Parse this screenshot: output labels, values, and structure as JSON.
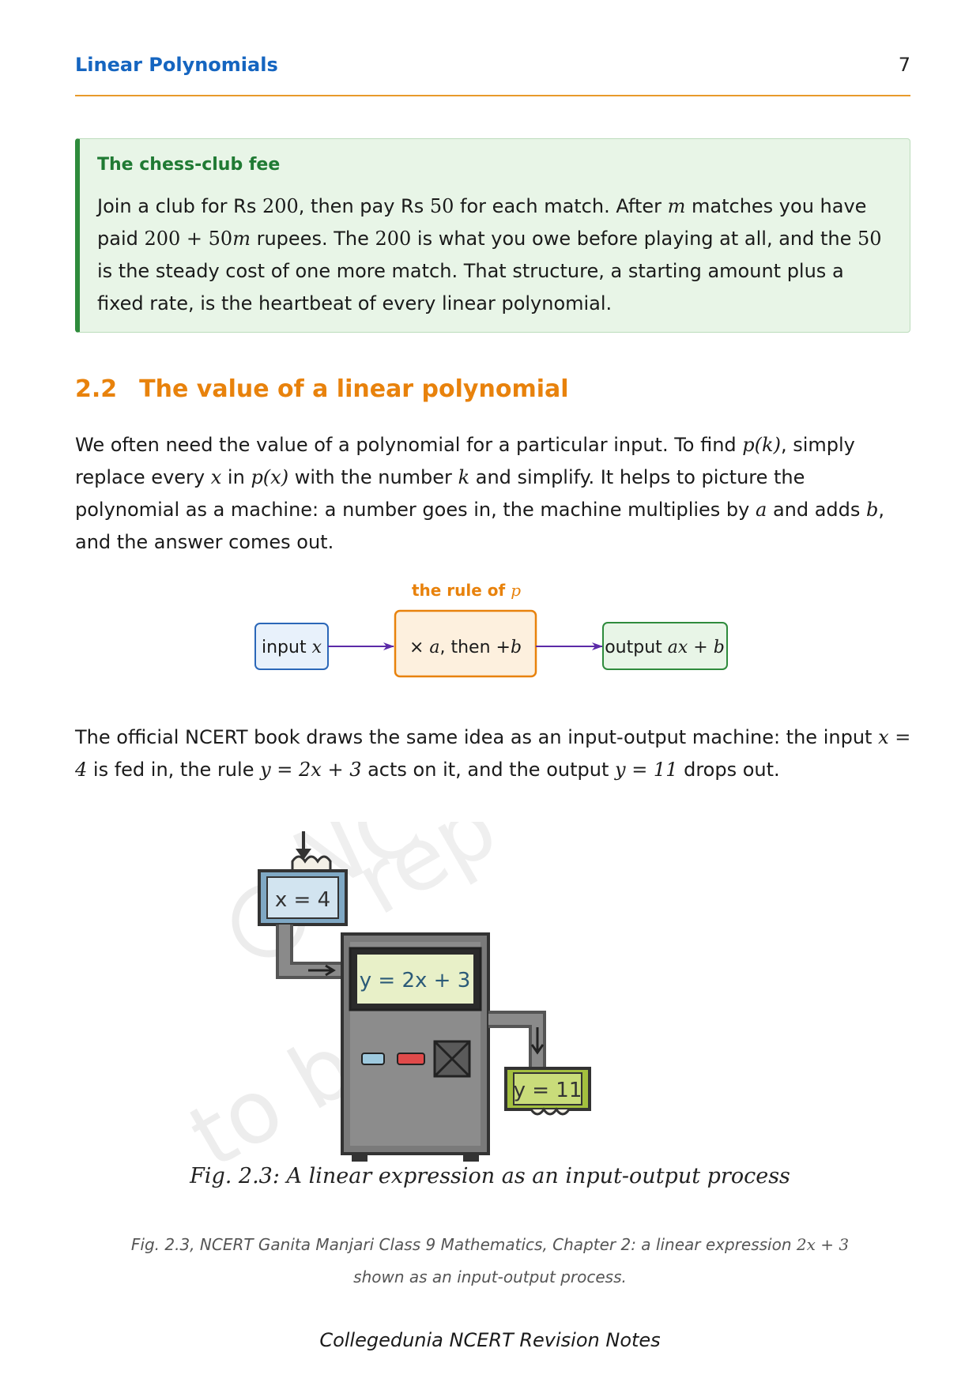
{
  "header": {
    "title": "Linear Polynomials",
    "page_number": "7"
  },
  "callout": {
    "title": "The chess-club fee",
    "p1": "Join a club for Rs ",
    "n1": "200",
    "p2": ", then pay Rs ",
    "n2": "50",
    "p3": " for each match. After ",
    "v1": "m",
    "p4": " matches you have paid ",
    "expr": "200 + 50",
    "v2": "m",
    "p5": " rupees. The ",
    "n3": "200",
    "p6": " is what you owe before playing at all, and the ",
    "n4": "50",
    "p7": " is the steady cost of one more match. That structure, a starting amount plus a fixed rate, is the heartbeat of every linear polynomial."
  },
  "section": {
    "number": "2.2",
    "title": "The value of a linear polynomial"
  },
  "para1": {
    "a": "We often need the value of a polynomial for a particular input. To find ",
    "pk": "p(k)",
    "b": ", simply replace every ",
    "x": "x",
    "c": " in ",
    "px": "p(x)",
    "d": " with the number ",
    "k": "k",
    "e": " and simplify. It helps to picture the polynomial as a machine: a number goes in, the machine multiplies by ",
    "va": "a",
    "f": " and adds ",
    "vb": "b",
    "g": ", and the answer comes out."
  },
  "diagram": {
    "rule_label": "the rule of ",
    "rule_var": "p",
    "input_text": "input ",
    "input_var": "x",
    "op_times": "× ",
    "op_a": "a",
    "op_then": ", then +",
    "op_b": "b",
    "output_text": "output ",
    "output_expr": "ax + b"
  },
  "para2": {
    "a": "The official NCERT book draws the same idea as an input-output machine: the input ",
    "x4": "x = 4",
    "b": " is fed in, the rule ",
    "rule": "y = 2x + 3",
    "c": " acts on it, and the output ",
    "y11": "y = 11",
    "d": " drops out."
  },
  "figure": {
    "input_display": "x = 4",
    "rule_display": "y = 2x + 3",
    "output_display": "y = 11",
    "inline_caption": "Fig. 2.3: A linear expression as an input-output process",
    "caption_a": "Fig. 2.3, NCERT Ganita Manjari Class 9 Mathematics, Chapter 2: a linear expression ",
    "caption_expr": "2x + 3",
    "caption_b": " shown as an input-output process."
  },
  "footer": "Collegedunia NCERT Revision Notes",
  "colors": {
    "blue": "#1565c0",
    "orange": "#e8820c",
    "green": "#2e8b3c",
    "purple": "#5b2aa8"
  }
}
